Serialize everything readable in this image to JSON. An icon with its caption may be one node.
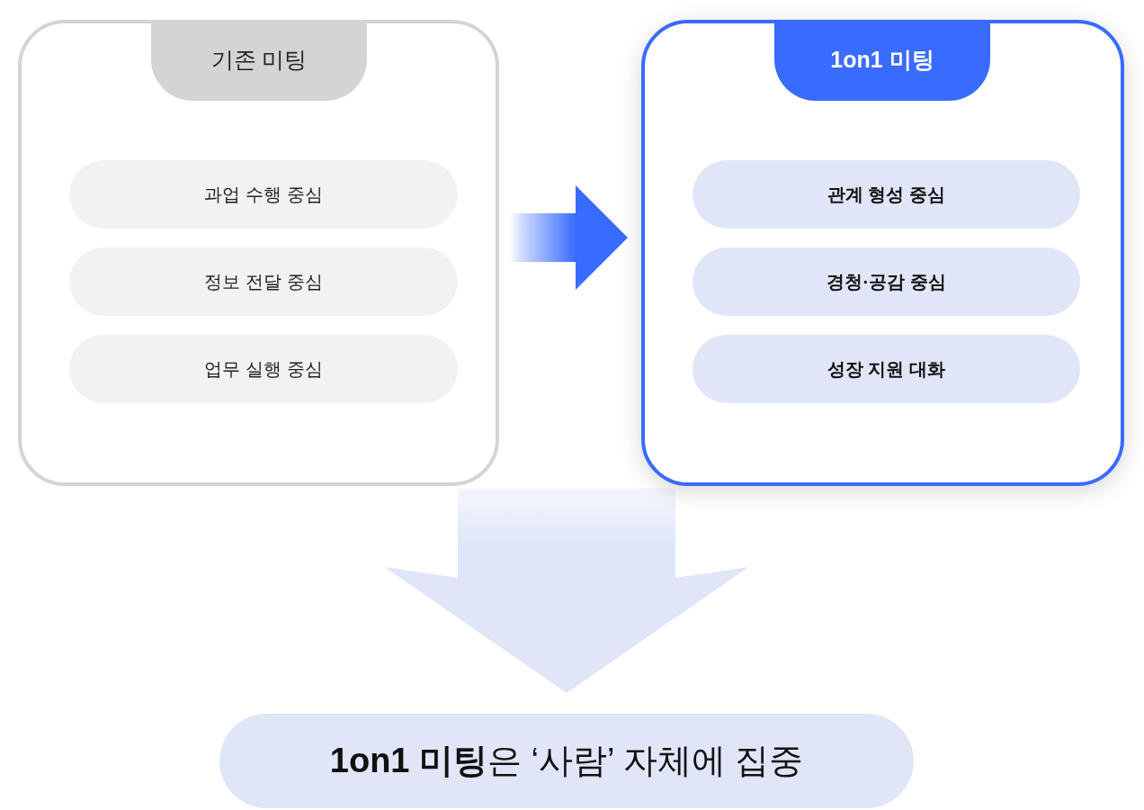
{
  "diagram": {
    "nodes": [
      {
        "text": [
          "기존 미팅"
        ]
      },
      {
        "text": [
          "과업 수행 중심"
        ],
        "in": 0
      },
      {
        "text": [
          "정보 전달 중심"
        ],
        "in": 0
      },
      {
        "text": [
          "업무 실행 중심"
        ],
        "in": 0
      },
      {
        "text": [
          "1on1 미팅"
        ]
      },
      {
        "text": [
          "관계 형성 중심"
        ],
        "in": 4
      },
      {
        "text": [
          "경청·공감 중심"
        ],
        "in": 4
      },
      {
        "text": [
          "성장 지원 대화"
        ],
        "in": 4
      },
      {
        "text": [
          "**1on1 미팅**은 ‘사람’ 자체에 집중"
        ]
      }
    ],
    "edges": [
      {
        "from": 0,
        "to": 4,
        "arrow": "to",
        "color": "#3a6bff"
      },
      {
        "from": null,
        "to": 8,
        "arrow": "to",
        "color": "#e0e6f8"
      }
    ]
  }
}
